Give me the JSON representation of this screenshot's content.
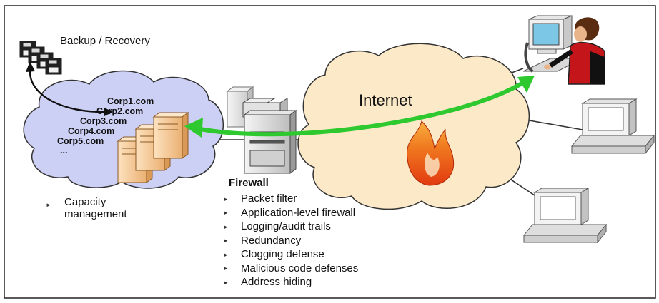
{
  "backup_label": "Backup / Recovery",
  "hosted_domains": [
    "Corp1.com",
    "Corp2.com",
    "Corp3.com",
    "Corp4.com",
    "Corp5.com",
    "..."
  ],
  "internet_label": "Internet",
  "capacity": {
    "bullet": "►",
    "line1": "Capacity",
    "line2": "management"
  },
  "firewall": {
    "title": "Firewall",
    "bullet": "►",
    "features": [
      "Packet filter",
      "Application-level firewall",
      "Logging/audit trails",
      "Redundancy",
      "Clogging defense",
      "Malicious code defenses",
      "Address hiding"
    ]
  },
  "colors": {
    "hosting_cloud": "#cdd0f5",
    "internet_cloud": "#fbe9c8",
    "arrow": "#2ec92e",
    "server": "#f6c98f",
    "flame": "#e05010"
  }
}
